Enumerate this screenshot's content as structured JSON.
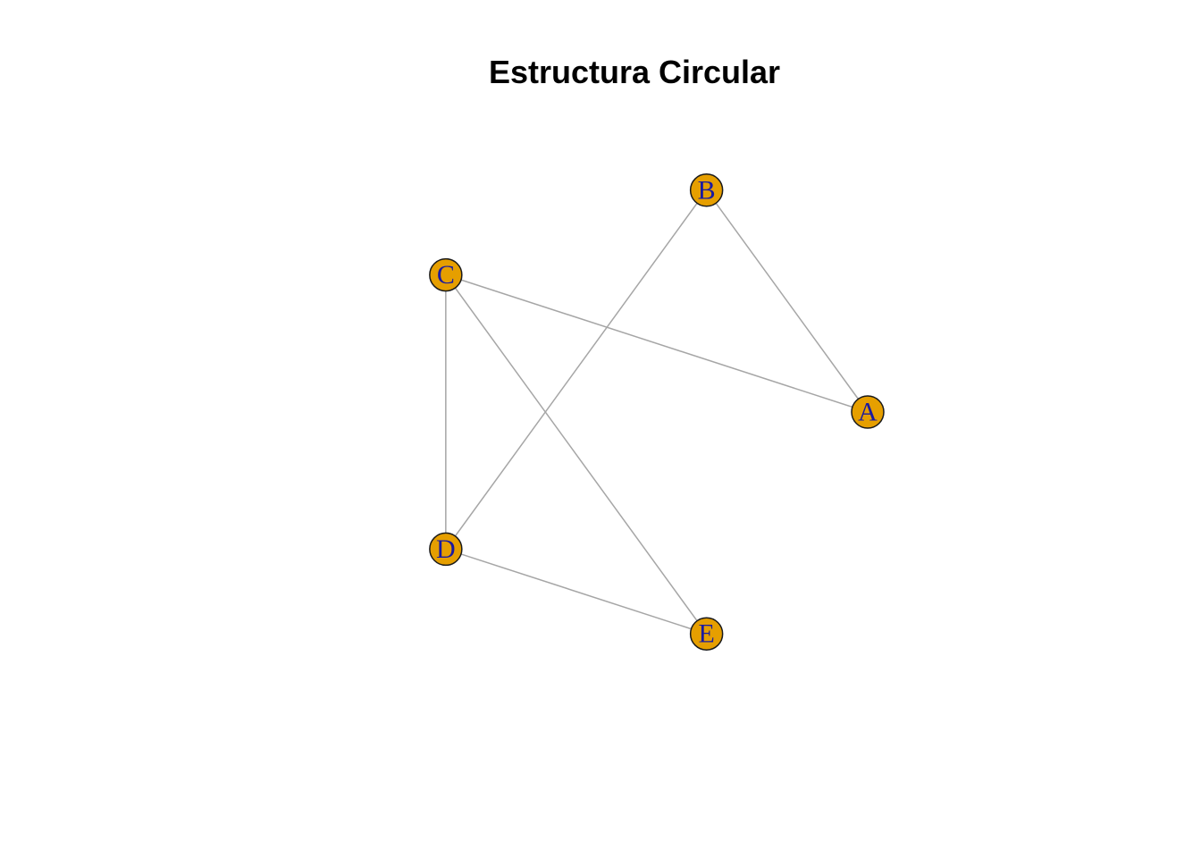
{
  "title": "Estructura Circular",
  "graph": {
    "layout": "circle",
    "nodes": [
      {
        "id": "A",
        "label": "A"
      },
      {
        "id": "B",
        "label": "B"
      },
      {
        "id": "C",
        "label": "C"
      },
      {
        "id": "D",
        "label": "D"
      },
      {
        "id": "E",
        "label": "E"
      }
    ],
    "edges": [
      {
        "from": "A",
        "to": "B"
      },
      {
        "from": "A",
        "to": "C"
      },
      {
        "from": "B",
        "to": "D"
      },
      {
        "from": "C",
        "to": "D"
      },
      {
        "from": "C",
        "to": "E"
      },
      {
        "from": "D",
        "to": "E"
      }
    ]
  },
  "colors": {
    "node_fill": "#E69F00",
    "node_border": "#1a1a1a",
    "label": "#1a1aa0",
    "edge": "#a6a6a6",
    "background": "#ffffff"
  }
}
